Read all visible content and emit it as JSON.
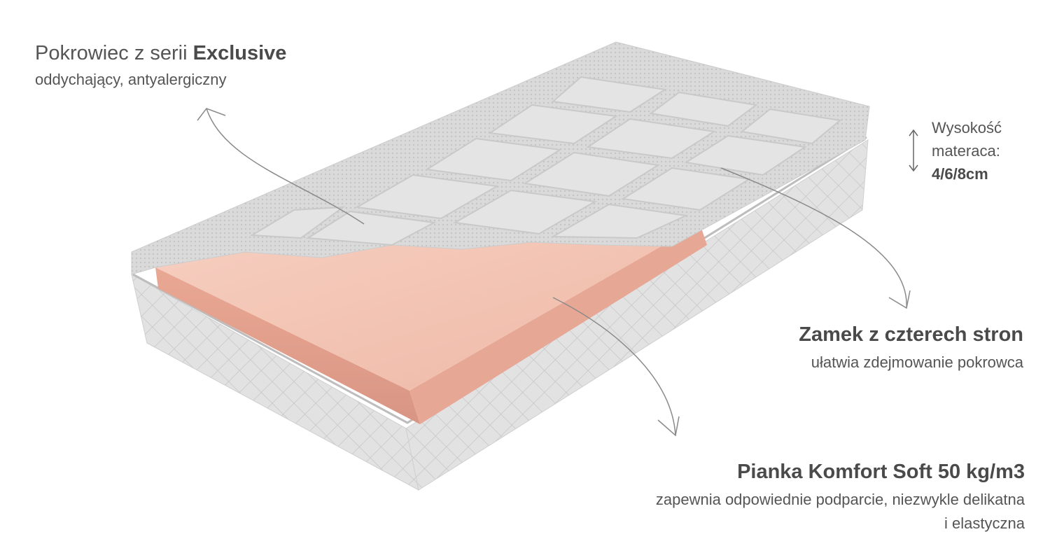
{
  "cover": {
    "title_prefix": "Pokrowiec z serii",
    "title_bold": "Exclusive",
    "subtitle": "oddychający, antyalergiczny"
  },
  "height": {
    "line1": "Wysokość",
    "line2": "materaca:",
    "value": "4/6/8cm"
  },
  "zipper": {
    "title": "Zamek z czterech stron",
    "subtitle": "ułatwia zdejmowanie pokrowca"
  },
  "foam": {
    "title": "Pianka Komfort Soft 50 kg/m3",
    "subtitle_line1": "zapewnia odpowiednie podparcie, niezwykle delikatna",
    "subtitle_line2": "i elastyczna"
  },
  "colors": {
    "foam": "#f4c4b4",
    "cover": "#d9d9d9",
    "text": "#555555"
  }
}
